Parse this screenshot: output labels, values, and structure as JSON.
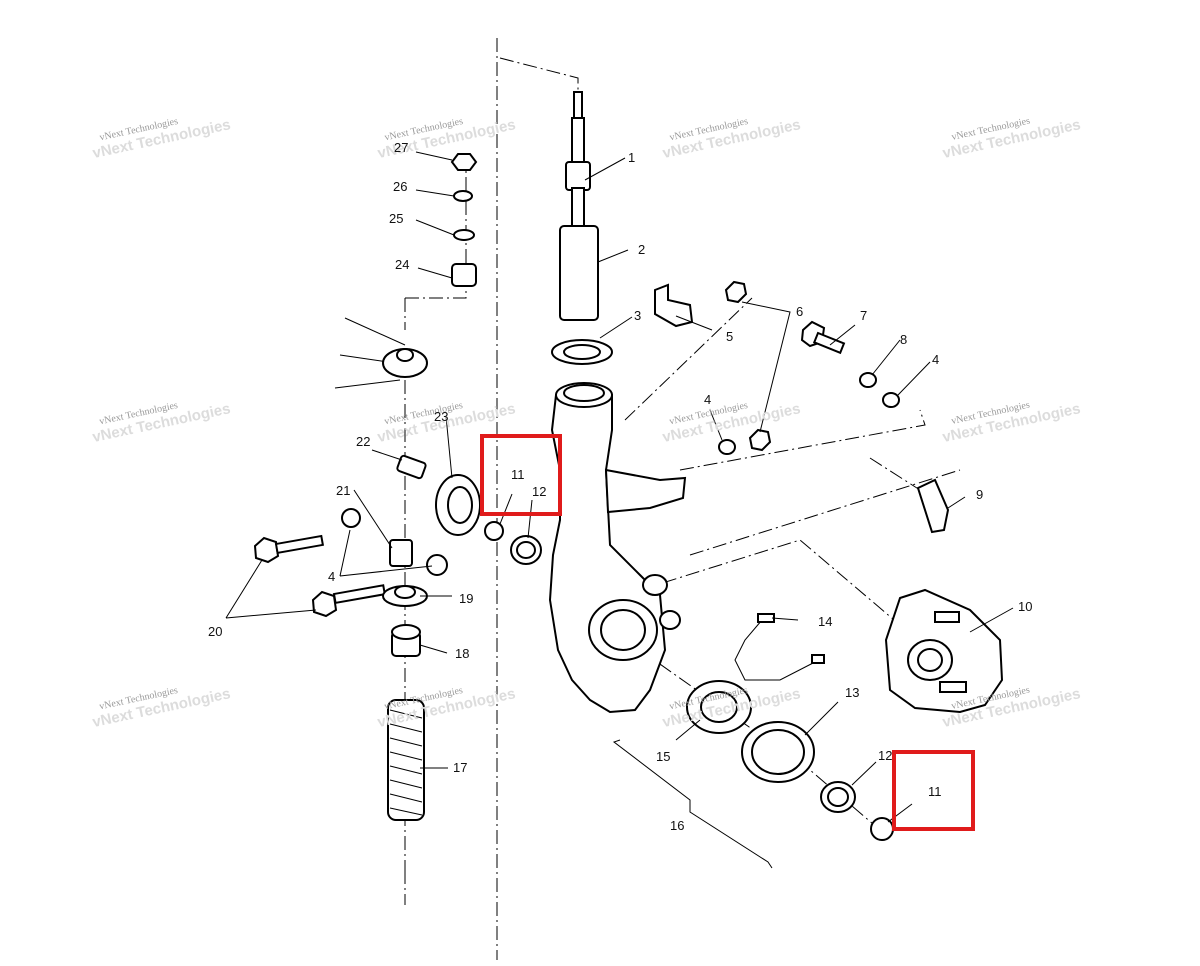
{
  "watermark": {
    "line1": "vNext Technologies",
    "line2": "vNext Technologies"
  },
  "callouts": [
    {
      "id": "1",
      "text": "1"
    },
    {
      "id": "2",
      "text": "2"
    },
    {
      "id": "3",
      "text": "3"
    },
    {
      "id": "4a",
      "text": "4"
    },
    {
      "id": "4b",
      "text": "4"
    },
    {
      "id": "4c",
      "text": "4"
    },
    {
      "id": "5",
      "text": "5"
    },
    {
      "id": "6",
      "text": "6"
    },
    {
      "id": "7",
      "text": "7"
    },
    {
      "id": "8",
      "text": "8"
    },
    {
      "id": "9",
      "text": "9"
    },
    {
      "id": "10",
      "text": "10"
    },
    {
      "id": "11a",
      "text": "11"
    },
    {
      "id": "11b",
      "text": "11"
    },
    {
      "id": "12a",
      "text": "12"
    },
    {
      "id": "12b",
      "text": "12"
    },
    {
      "id": "13",
      "text": "13"
    },
    {
      "id": "14",
      "text": "14"
    },
    {
      "id": "15",
      "text": "15"
    },
    {
      "id": "16",
      "text": "16"
    },
    {
      "id": "17",
      "text": "17"
    },
    {
      "id": "18",
      "text": "18"
    },
    {
      "id": "19",
      "text": "19"
    },
    {
      "id": "20",
      "text": "20"
    },
    {
      "id": "21",
      "text": "21"
    },
    {
      "id": "22",
      "text": "22"
    },
    {
      "id": "23",
      "text": "23"
    },
    {
      "id": "24",
      "text": "24"
    },
    {
      "id": "25",
      "text": "25"
    },
    {
      "id": "26",
      "text": "26"
    },
    {
      "id": "27",
      "text": "27"
    }
  ],
  "highlight_color": "#e01b1b"
}
